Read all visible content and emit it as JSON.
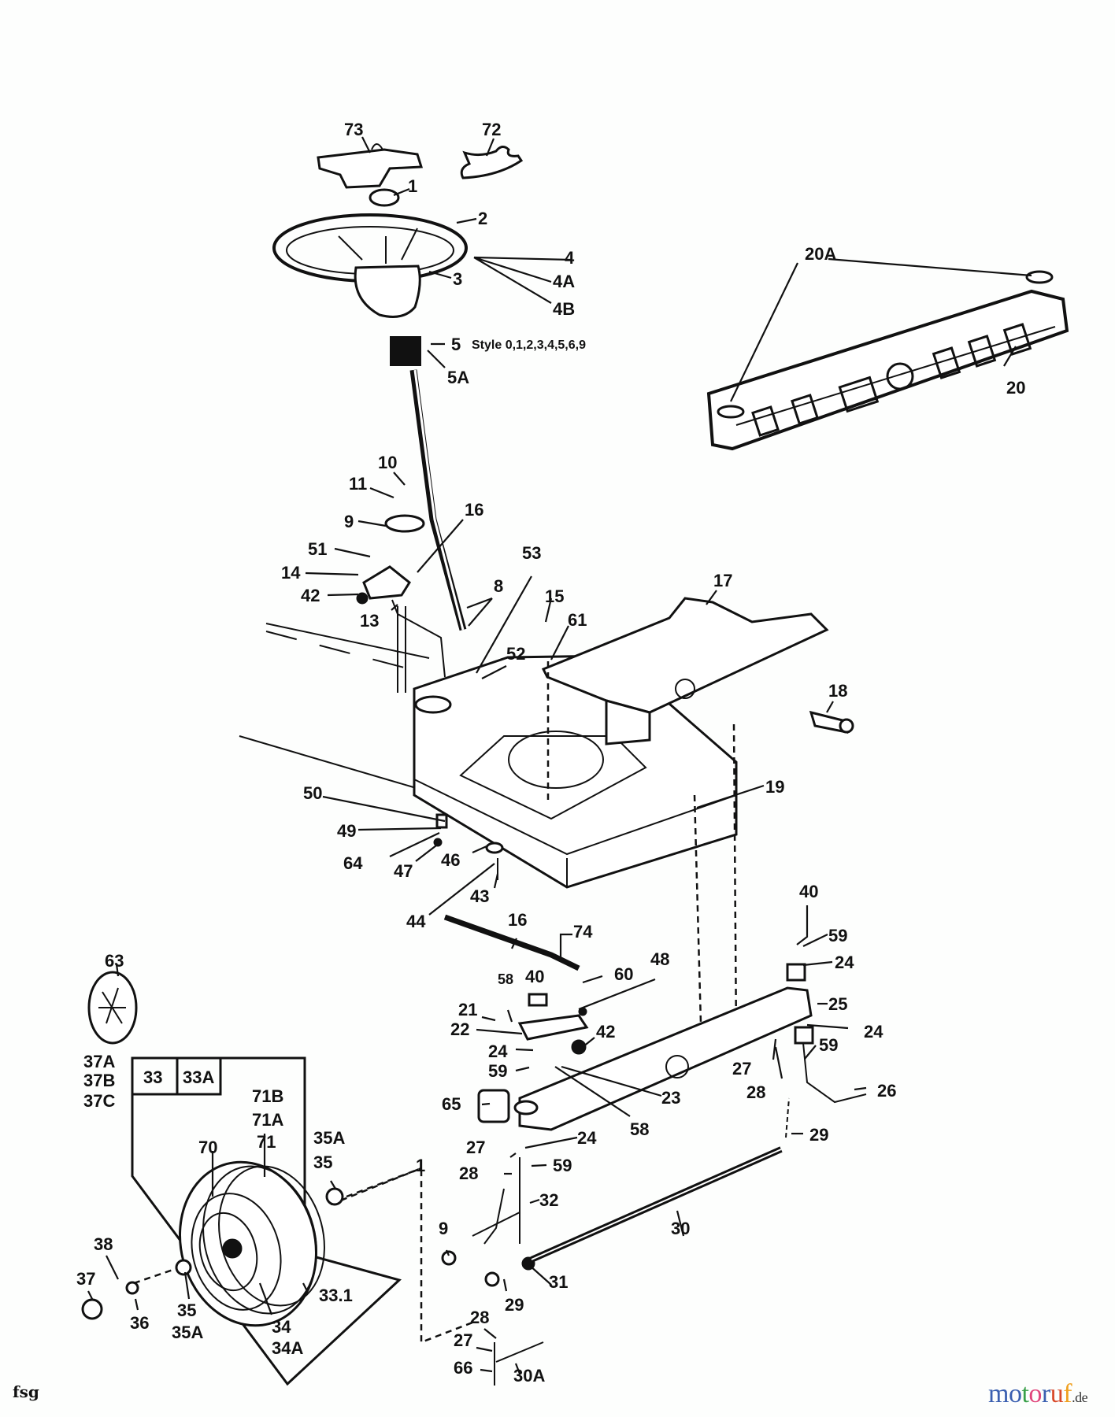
{
  "diagram": {
    "title": "Steering / front axle exploded parts diagram",
    "style_note": "Style 0,1,2,3,4,5,6,9",
    "tire_box_labels": [
      "33",
      "33A"
    ],
    "corner_code": "fsg",
    "logo": {
      "text": "motoruf",
      "tld": ".de",
      "letter_colors": [
        "#3a5fb0",
        "#3a5fb0",
        "#3aa04a",
        "#e0457b",
        "#3a5fb0",
        "#d94a2a",
        "#f0a020"
      ]
    },
    "callouts": [
      {
        "id": "73",
        "text": "73"
      },
      {
        "id": "72",
        "text": "72"
      },
      {
        "id": "1",
        "text": "1"
      },
      {
        "id": "2",
        "text": "2"
      },
      {
        "id": "3",
        "text": "3"
      },
      {
        "id": "4",
        "text": "4"
      },
      {
        "id": "4A",
        "text": "4A"
      },
      {
        "id": "4B",
        "text": "4B"
      },
      {
        "id": "5",
        "text": "5"
      },
      {
        "id": "5A",
        "text": "5A"
      },
      {
        "id": "20A",
        "text": "20A"
      },
      {
        "id": "20",
        "text": "20"
      },
      {
        "id": "10",
        "text": "10"
      },
      {
        "id": "11",
        "text": "11"
      },
      {
        "id": "9a",
        "text": "9"
      },
      {
        "id": "16a",
        "text": "16"
      },
      {
        "id": "51",
        "text": "51"
      },
      {
        "id": "14",
        "text": "14"
      },
      {
        "id": "42a",
        "text": "42"
      },
      {
        "id": "13",
        "text": "13"
      },
      {
        "id": "8",
        "text": "8"
      },
      {
        "id": "53",
        "text": "53"
      },
      {
        "id": "15",
        "text": "15"
      },
      {
        "id": "61",
        "text": "61"
      },
      {
        "id": "52",
        "text": "52"
      },
      {
        "id": "17",
        "text": "17"
      },
      {
        "id": "18",
        "text": "18"
      },
      {
        "id": "19",
        "text": "19"
      },
      {
        "id": "50",
        "text": "50"
      },
      {
        "id": "49",
        "text": "49"
      },
      {
        "id": "64",
        "text": "64"
      },
      {
        "id": "47",
        "text": "47"
      },
      {
        "id": "46",
        "text": "46"
      },
      {
        "id": "43",
        "text": "43"
      },
      {
        "id": "44",
        "text": "44"
      },
      {
        "id": "16b",
        "text": "16"
      },
      {
        "id": "74",
        "text": "74"
      },
      {
        "id": "40a",
        "text": "40"
      },
      {
        "id": "59a",
        "text": "59"
      },
      {
        "id": "24a",
        "text": "24"
      },
      {
        "id": "58a",
        "text": "58"
      },
      {
        "id": "40b",
        "text": "40"
      },
      {
        "id": "60",
        "text": "60"
      },
      {
        "id": "48",
        "text": "48"
      },
      {
        "id": "25",
        "text": "25"
      },
      {
        "id": "21",
        "text": "21"
      },
      {
        "id": "22",
        "text": "22"
      },
      {
        "id": "42b",
        "text": "42"
      },
      {
        "id": "24b",
        "text": "24"
      },
      {
        "id": "59b",
        "text": "59"
      },
      {
        "id": "24c",
        "text": "24"
      },
      {
        "id": "27a",
        "text": "27"
      },
      {
        "id": "59c",
        "text": "59"
      },
      {
        "id": "28a",
        "text": "28"
      },
      {
        "id": "23",
        "text": "23"
      },
      {
        "id": "26",
        "text": "26"
      },
      {
        "id": "65",
        "text": "65"
      },
      {
        "id": "58b",
        "text": "58"
      },
      {
        "id": "24d",
        "text": "24"
      },
      {
        "id": "29a",
        "text": "29"
      },
      {
        "id": "27b",
        "text": "27"
      },
      {
        "id": "59d",
        "text": "59"
      },
      {
        "id": "28b",
        "text": "28"
      },
      {
        "id": "32",
        "text": "32"
      },
      {
        "id": "30",
        "text": "30"
      },
      {
        "id": "9b",
        "text": "9"
      },
      {
        "id": "31",
        "text": "31"
      },
      {
        "id": "29b",
        "text": "29"
      },
      {
        "id": "28c",
        "text": "28"
      },
      {
        "id": "27c",
        "text": "27"
      },
      {
        "id": "66",
        "text": "66"
      },
      {
        "id": "30A",
        "text": "30A"
      },
      {
        "id": "63",
        "text": "63"
      },
      {
        "id": "37A",
        "text": "37A"
      },
      {
        "id": "37B",
        "text": "37B"
      },
      {
        "id": "37C",
        "text": "37C"
      },
      {
        "id": "71B",
        "text": "71B"
      },
      {
        "id": "71A",
        "text": "71A"
      },
      {
        "id": "71",
        "text": "71"
      },
      {
        "id": "70",
        "text": "70"
      },
      {
        "id": "35Aa",
        "text": "35A"
      },
      {
        "id": "35a",
        "text": "35"
      },
      {
        "id": "38",
        "text": "38"
      },
      {
        "id": "37",
        "text": "37"
      },
      {
        "id": "36",
        "text": "36"
      },
      {
        "id": "35b",
        "text": "35"
      },
      {
        "id": "35Ab",
        "text": "35A"
      },
      {
        "id": "33.1",
        "text": "33.1"
      },
      {
        "id": "34",
        "text": "34"
      },
      {
        "id": "34A",
        "text": "34A"
      },
      {
        "id": "dash1",
        "text": "1"
      }
    ]
  }
}
